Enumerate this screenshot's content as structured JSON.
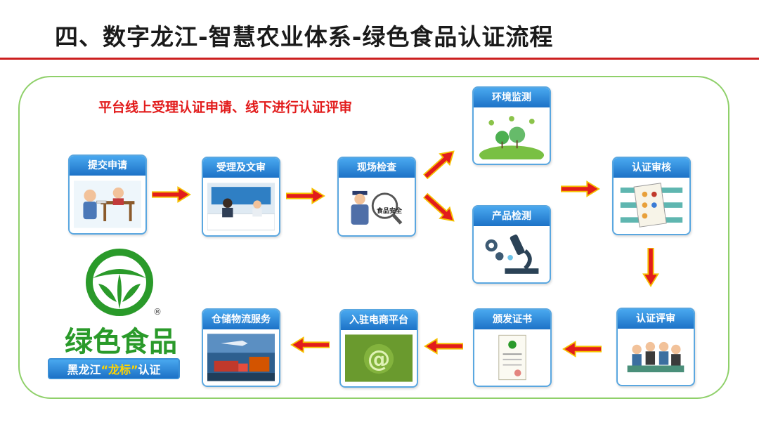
{
  "header": {
    "title": "四、数字龙江-智慧农业体系-绿色食品认证流程"
  },
  "note": "平台线上受理认证申请、线下进行认证评审",
  "steps": [
    {
      "label": "提交申请"
    },
    {
      "label": "受理及文审"
    },
    {
      "label": "现场检查"
    },
    {
      "label": "环境监测"
    },
    {
      "label": "产品检测"
    },
    {
      "label": "认证审核"
    },
    {
      "label": "认证评审"
    },
    {
      "label": "颁发证书"
    },
    {
      "label": "入驻电商平台"
    },
    {
      "label": "仓储物流服务"
    }
  ],
  "inspection_sign": "食品安全",
  "logo": {
    "text": "绿色食品",
    "registered": "®"
  },
  "badge": {
    "prefix": "黑龙江",
    "highlight": "“龙标”",
    "suffix": "认证"
  },
  "colors": {
    "accent": "#1d72c7",
    "title_rule": "#cc1f1f",
    "arrow": "#e21c1c",
    "logo_green": "#2a9a2a",
    "frame": "#8fd06a"
  }
}
